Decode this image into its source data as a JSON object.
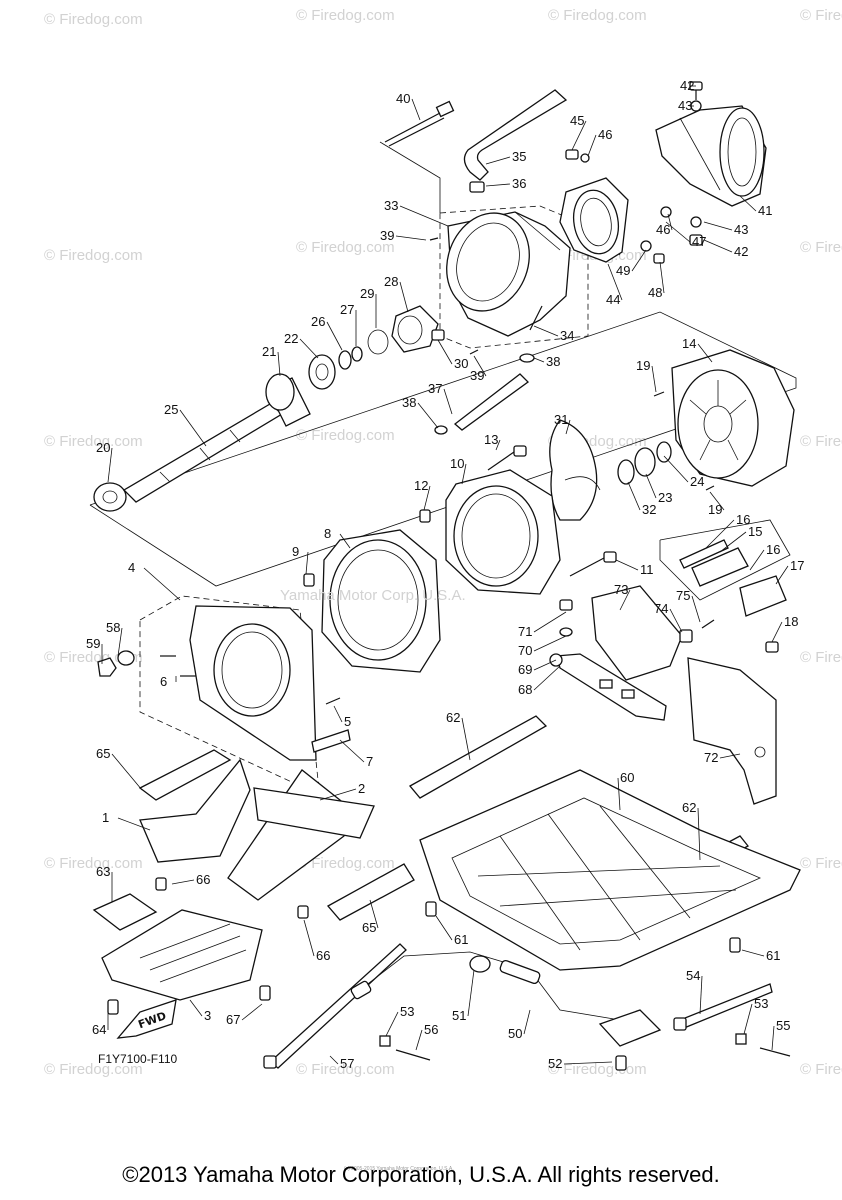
{
  "watermark": "© Firedog.com",
  "center_watermark": "Yamaha Motor Corp. U.S.A.",
  "diagram_code": "F1Y7100-F110",
  "fwd_label": "FWD",
  "tiny_copyright": "(c) 2005-2015 Yamaha Motor Corporation, U.S.A.",
  "copyright": "©2013 Yamaha Motor Corporation, U.S.A. All rights reserved.",
  "callouts": [
    "1",
    "2",
    "3",
    "4",
    "5",
    "6",
    "7",
    "8",
    "9",
    "10",
    "11",
    "12",
    "13",
    "14",
    "15",
    "16",
    "16",
    "17",
    "18",
    "19",
    "19",
    "20",
    "21",
    "22",
    "23",
    "24",
    "25",
    "26",
    "27",
    "28",
    "29",
    "30",
    "31",
    "32",
    "33",
    "34",
    "35",
    "36",
    "37",
    "38",
    "38",
    "39",
    "39",
    "40",
    "41",
    "42",
    "42",
    "43",
    "43",
    "44",
    "45",
    "46",
    "46",
    "47",
    "48",
    "49",
    "50",
    "51",
    "52",
    "53",
    "53",
    "54",
    "55",
    "56",
    "57",
    "58",
    "59",
    "60",
    "61",
    "61",
    "62",
    "62",
    "63",
    "64",
    "65",
    "65",
    "66",
    "66",
    "67",
    "68",
    "69",
    "70",
    "71",
    "72",
    "73",
    "74",
    "75"
  ]
}
